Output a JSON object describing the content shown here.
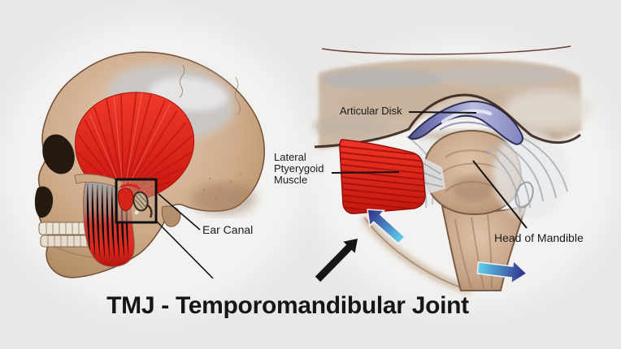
{
  "title": "TMJ - Temporomandibular Joint",
  "left_panel": {
    "illustration": "skull-lateral-view",
    "labels": {
      "ear_canal": "Ear Canal"
    }
  },
  "right_panel": {
    "illustration": "tmj-joint-closeup",
    "labels": {
      "articular_disk": "Articular Disk",
      "lateral_pterygoid": "Lateral\nPtyerygoid\nMuscle",
      "head_of_mandible": "Head of Mandible"
    }
  },
  "colors": {
    "background": "#e9e8e6",
    "muscle_red": "#e8251d",
    "bone_tan": "#c9a98f",
    "cranium_silver": "#cccccc",
    "articular_disk_blue": "#9799cc",
    "motion_arrow_gradient_start": "#5fd0ee",
    "motion_arrow_gradient_end": "#2e2a86",
    "line_black": "#141414",
    "text": "#1b1b1b"
  }
}
